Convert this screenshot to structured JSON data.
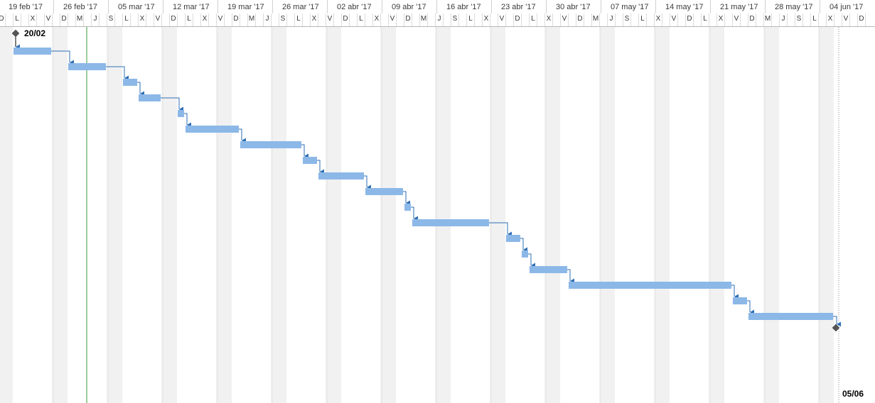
{
  "timescale": {
    "weeks": [
      "19 feb '17",
      "26 feb '17",
      "05 mar '17",
      "12 mar '17",
      "19 mar '17",
      "26 mar '17",
      "02 abr '17",
      "09 abr '17",
      "16 abr '17",
      "23 abr '17",
      "30 abr '17",
      "07 may '17",
      "14 may '17",
      "21 may '17",
      "28 may '17",
      "04 jun '17"
    ],
    "week_day_letters": [
      "D",
      "L",
      "M",
      "X",
      "J",
      "V",
      "S"
    ],
    "shown_day_letters": [
      "D",
      "L",
      "X",
      "V",
      "D",
      "M",
      "J",
      "S",
      "L",
      "X",
      "V"
    ],
    "first_day": "2017-02-18",
    "last_day": "2017-06-08"
  },
  "colors": {
    "bar": "#8cb8e8",
    "link": "#2e6fb5",
    "milestone": "#555555",
    "today_line": "#3a9b3a",
    "weekend_shade": "#f1f1f1",
    "grid_line": "#e2e2e2",
    "end_line": "#888888"
  },
  "milestones": [
    {
      "name": "start",
      "date": "2017-02-20",
      "label": "20/02"
    },
    {
      "name": "end",
      "date": "2017-06-05",
      "label": "05/06"
    }
  ],
  "today_date": "2017-03-01",
  "tasks": [
    {
      "start": "2017-02-20",
      "end": "2017-02-24"
    },
    {
      "start": "2017-02-27",
      "end": "2017-03-03"
    },
    {
      "start": "2017-03-06",
      "end": "2017-03-07"
    },
    {
      "start": "2017-03-08",
      "end": "2017-03-10"
    },
    {
      "start": "2017-03-13",
      "end": "2017-03-13"
    },
    {
      "start": "2017-03-14",
      "end": "2017-03-20"
    },
    {
      "start": "2017-03-21",
      "end": "2017-03-28"
    },
    {
      "start": "2017-03-29",
      "end": "2017-03-30"
    },
    {
      "start": "2017-03-31",
      "end": "2017-04-05"
    },
    {
      "start": "2017-04-06",
      "end": "2017-04-10"
    },
    {
      "start": "2017-04-11",
      "end": "2017-04-11"
    },
    {
      "start": "2017-04-12",
      "end": "2017-04-21"
    },
    {
      "start": "2017-04-24",
      "end": "2017-04-25"
    },
    {
      "start": "2017-04-26",
      "end": "2017-04-26"
    },
    {
      "start": "2017-04-27",
      "end": "2017-05-01"
    },
    {
      "start": "2017-05-02",
      "end": "2017-05-22"
    },
    {
      "start": "2017-05-23",
      "end": "2017-05-24"
    },
    {
      "start": "2017-05-25",
      "end": "2017-06-04"
    }
  ]
}
